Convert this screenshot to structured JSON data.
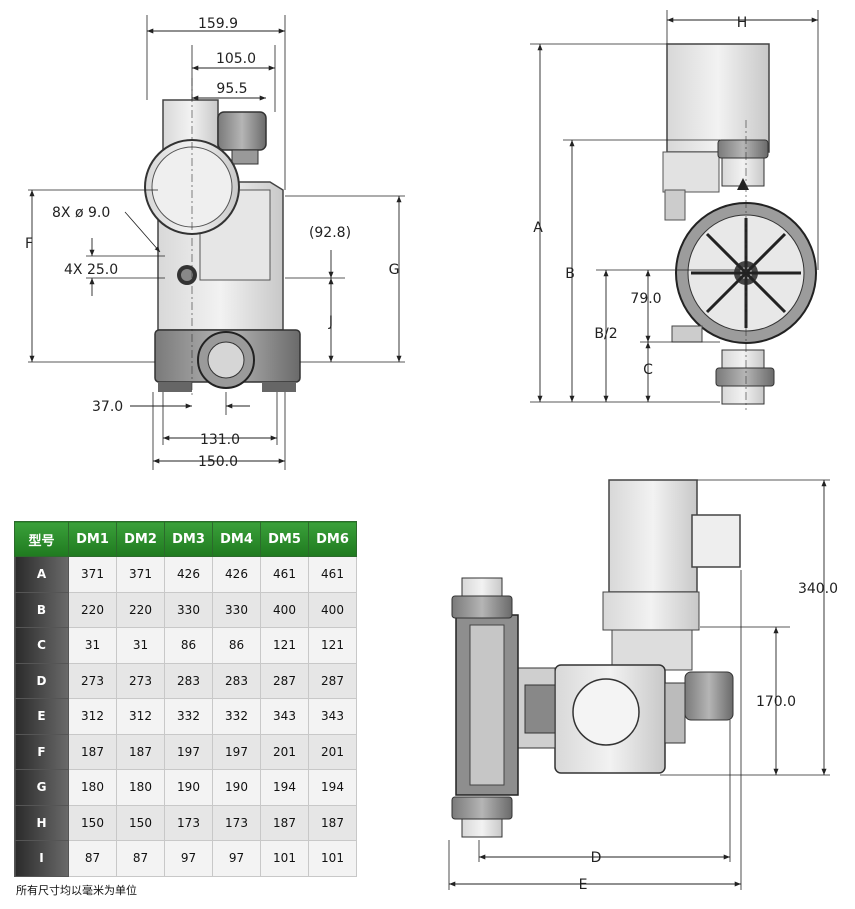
{
  "front_view": {
    "dims": {
      "overall_top": "159.9",
      "mid_top": "105.0",
      "inner_top": "95.5",
      "holes": "8X ø 9.0",
      "slots": "4X 25.0",
      "f_label": "F",
      "g_label": "G",
      "j_label": "J",
      "offset_92": "(92.8)",
      "bottom_37": "37.0",
      "bottom_131": "131.0",
      "bottom_150": "150.0"
    }
  },
  "side_view": {
    "dims": {
      "h_label": "H",
      "a_label": "A",
      "b_label": "B",
      "b_half_label": "B/2",
      "c_label": "C",
      "d79": "79.0"
    }
  },
  "top_view": {
    "dims": {
      "height_340": "340.0",
      "height_170": "170.0",
      "d_label": "D",
      "e_label": "E"
    }
  },
  "table": {
    "header": [
      "型号",
      "DM1",
      "DM2",
      "DM3",
      "DM4",
      "DM5",
      "DM6"
    ],
    "rows": [
      {
        "label": "A",
        "values": [
          "371",
          "371",
          "426",
          "426",
          "461",
          "461"
        ]
      },
      {
        "label": "B",
        "values": [
          "220",
          "220",
          "330",
          "330",
          "400",
          "400"
        ]
      },
      {
        "label": "C",
        "values": [
          "31",
          "31",
          "86",
          "86",
          "121",
          "121"
        ]
      },
      {
        "label": "D",
        "values": [
          "273",
          "273",
          "283",
          "283",
          "287",
          "287"
        ]
      },
      {
        "label": "E",
        "values": [
          "312",
          "312",
          "332",
          "332",
          "343",
          "343"
        ]
      },
      {
        "label": "F",
        "values": [
          "187",
          "187",
          "197",
          "197",
          "201",
          "201"
        ]
      },
      {
        "label": "G",
        "values": [
          "180",
          "180",
          "190",
          "190",
          "194",
          "194"
        ]
      },
      {
        "label": "H",
        "values": [
          "150",
          "150",
          "173",
          "173",
          "187",
          "187"
        ]
      },
      {
        "label": "I",
        "values": [
          "87",
          "87",
          "97",
          "97",
          "101",
          "101"
        ]
      }
    ]
  },
  "footnote": "所有尺寸均以毫米为单位"
}
